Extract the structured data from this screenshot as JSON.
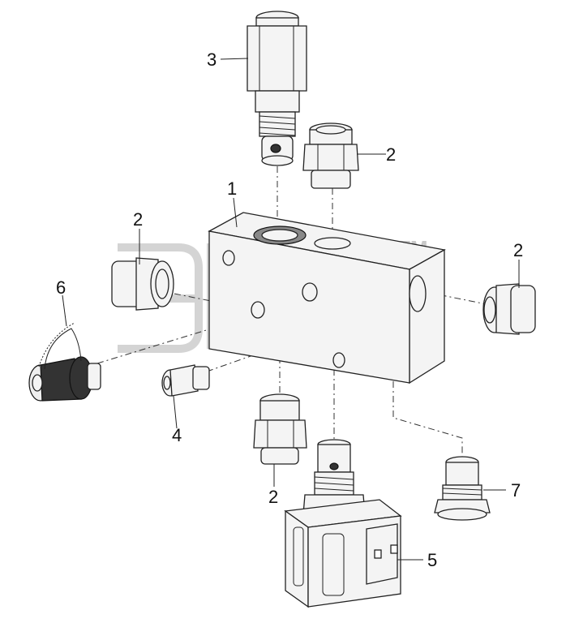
{
  "callouts": [
    {
      "id": "c1",
      "label": "1"
    },
    {
      "id": "c2a",
      "label": "2"
    },
    {
      "id": "c2b",
      "label": "2"
    },
    {
      "id": "c2c",
      "label": "2"
    },
    {
      "id": "c2d",
      "label": "2"
    },
    {
      "id": "c3",
      "label": "3"
    },
    {
      "id": "c4",
      "label": "4"
    },
    {
      "id": "c5",
      "label": "5"
    },
    {
      "id": "c6",
      "label": "6"
    },
    {
      "id": "c7",
      "label": "7"
    }
  ],
  "watermark": {
    "trademark": "TM"
  },
  "colors": {
    "line": "#222222",
    "watermark": "#d4d4d4",
    "background": "#ffffff"
  }
}
